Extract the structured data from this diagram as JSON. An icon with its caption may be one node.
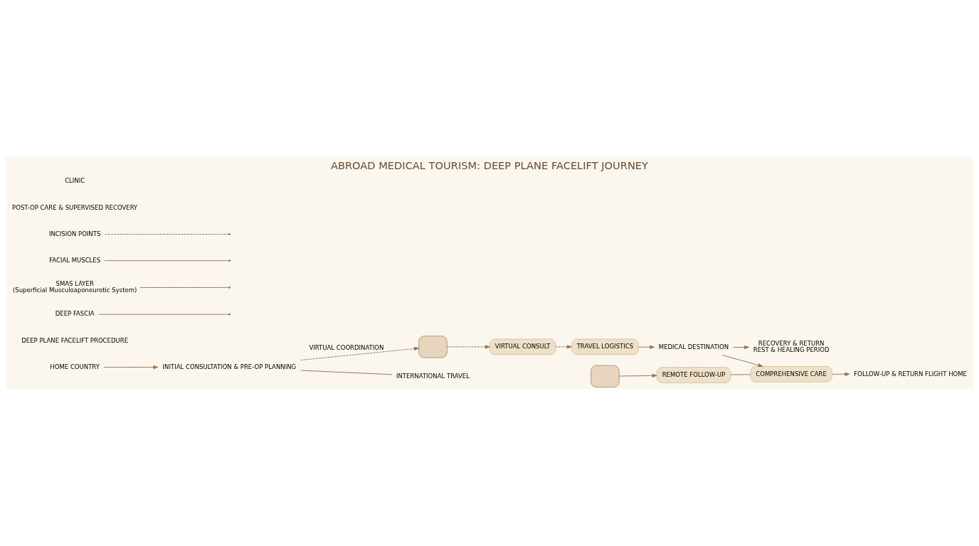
{
  "diagram": {
    "title": "ABROAD MEDICAL TOURISM: DEEP PLANE FACELIFT JOURNEY",
    "nodes": [
      {
        "text": [
          "HOME COUNTRY"
        ]
      },
      {
        "text": [
          "INITIAL CONSULTATION & PRE-OP PLANNING"
        ]
      },
      {
        "text": [],
        "shape": "box"
      },
      {
        "text": [
          "VIRTUAL CONSULT"
        ]
      },
      {
        "text": [
          "TRAVEL LOGISTICS"
        ]
      },
      {
        "text": [
          "INTERNATIONAL TRAVEL"
        ]
      },
      {
        "text": [
          "MEDICAL DESTINATION"
        ]
      },
      {
        "text": [
          "RECOVERY & RETURN",
          "REST & HEALING PERIOD"
        ]
      },
      {
        "text": [
          "COMPREHENSIVE CARE"
        ]
      },
      {
        "text": [
          "DEEP PLANE FACELIFT PROCEDURE"
        ]
      },
      {
        "text": [
          "DEEP FASCIA"
        ]
      },
      {
        "text": [
          "SMAS LAYER",
          "(Superficial Musculoaponeurotic System)"
        ]
      },
      {
        "text": [
          "FACIAL MUSCLES"
        ]
      },
      {
        "text": [
          "INCISION POINTS"
        ]
      },
      {
        "text": [
          "FOLLOW-UP & RETURN FLIGHT HOME"
        ]
      },
      {
        "text": [
          "REMOTE FOLLOW-UP"
        ]
      },
      {
        "text": [
          "POST-OP CARE & SUPERVISED RECOVERY"
        ]
      },
      {
        "text": [],
        "shape": "box"
      }
    ],
    "edges": [
      {
        "from": 0,
        "to": 1,
        "arrow": "to"
      },
      {
        "from": 1,
        "to": 2,
        "arrow": "to",
        "style": "dashed",
        "label": "VIRTUAL COORDINATION"
      },
      {
        "from": 2,
        "to": 3,
        "arrow": "to",
        "style": "dashed"
      },
      {
        "from": 3,
        "to": 4,
        "arrow": "to",
        "style": "dashed"
      },
      {
        "from": 1,
        "to": 5,
        "arrow": "none"
      },
      {
        "from": 4,
        "to": 6,
        "arrow": "to"
      },
      {
        "from": 6,
        "to": 7,
        "arrow": "to"
      },
      {
        "from": 6,
        "to": 8,
        "arrow": "to"
      },
      {
        "from": 8,
        "to": 14,
        "arrow": "to"
      },
      {
        "from": 15,
        "to": 8,
        "arrow": "none"
      },
      {
        "from": 17,
        "to": 15,
        "arrow": "to"
      },
      {
        "from": 10,
        "to": null,
        "arrow": "none"
      },
      {
        "from": 11,
        "to": null,
        "arrow": "none"
      },
      {
        "from": 12,
        "to": null,
        "arrow": "none"
      },
      {
        "from": 13,
        "to": null,
        "arrow": "none",
        "style": "dashed"
      }
    ],
    "labels": [
      "CLINIC"
    ]
  }
}
